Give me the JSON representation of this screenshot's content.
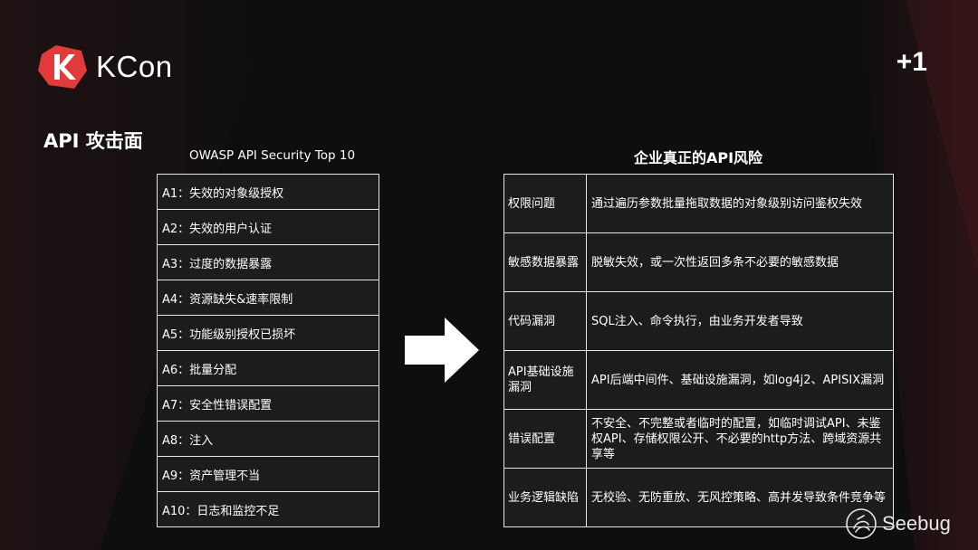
{
  "brand": {
    "name": "KCon",
    "badge": "+1",
    "accent": "#e03a3a"
  },
  "section_title": "API 攻击面",
  "owasp": {
    "title": "OWASP API Security Top 10",
    "items": [
      "A1：失效的对象级授权",
      "A2：失效的用户认证",
      "A3：过度的数据暴露",
      "A4：资源缺失&速率限制",
      "A5：功能级别授权已损坏",
      "A6：批量分配",
      "A7：安全性错误配置",
      "A8：注入",
      "A9：资产管理不当",
      "A10：日志和监控不足"
    ]
  },
  "arrow_icon": "right-arrow-icon",
  "risks": {
    "title": "企业真正的API风险",
    "rows": [
      {
        "category": "权限问题",
        "description": "通过遍历参数批量拖取数据的对象级别访问鉴权失效"
      },
      {
        "category": "敏感数据暴露",
        "description": "脱敏失效，或一次性返回多条不必要的敏感数据"
      },
      {
        "category": "代码漏洞",
        "description": "SQL注入、命令执行，由业务开发者导致"
      },
      {
        "category": "API基础设施漏洞",
        "description": "API后端中间件、基础设施漏洞，如log4j2、APISIX漏洞"
      },
      {
        "category": "错误配置",
        "description": "不安全、不完整或者临时的配置，如临时调试API、未鉴权API、存储权限公开、不必要的http方法、跨域资源共享等"
      },
      {
        "category": "业务逻辑缺陷",
        "description": "无校验、无防重放、无风控策略、高并发导致条件竞争等"
      }
    ]
  },
  "watermark": {
    "text": "Seebug",
    "icon": "seebug-logo-icon"
  }
}
